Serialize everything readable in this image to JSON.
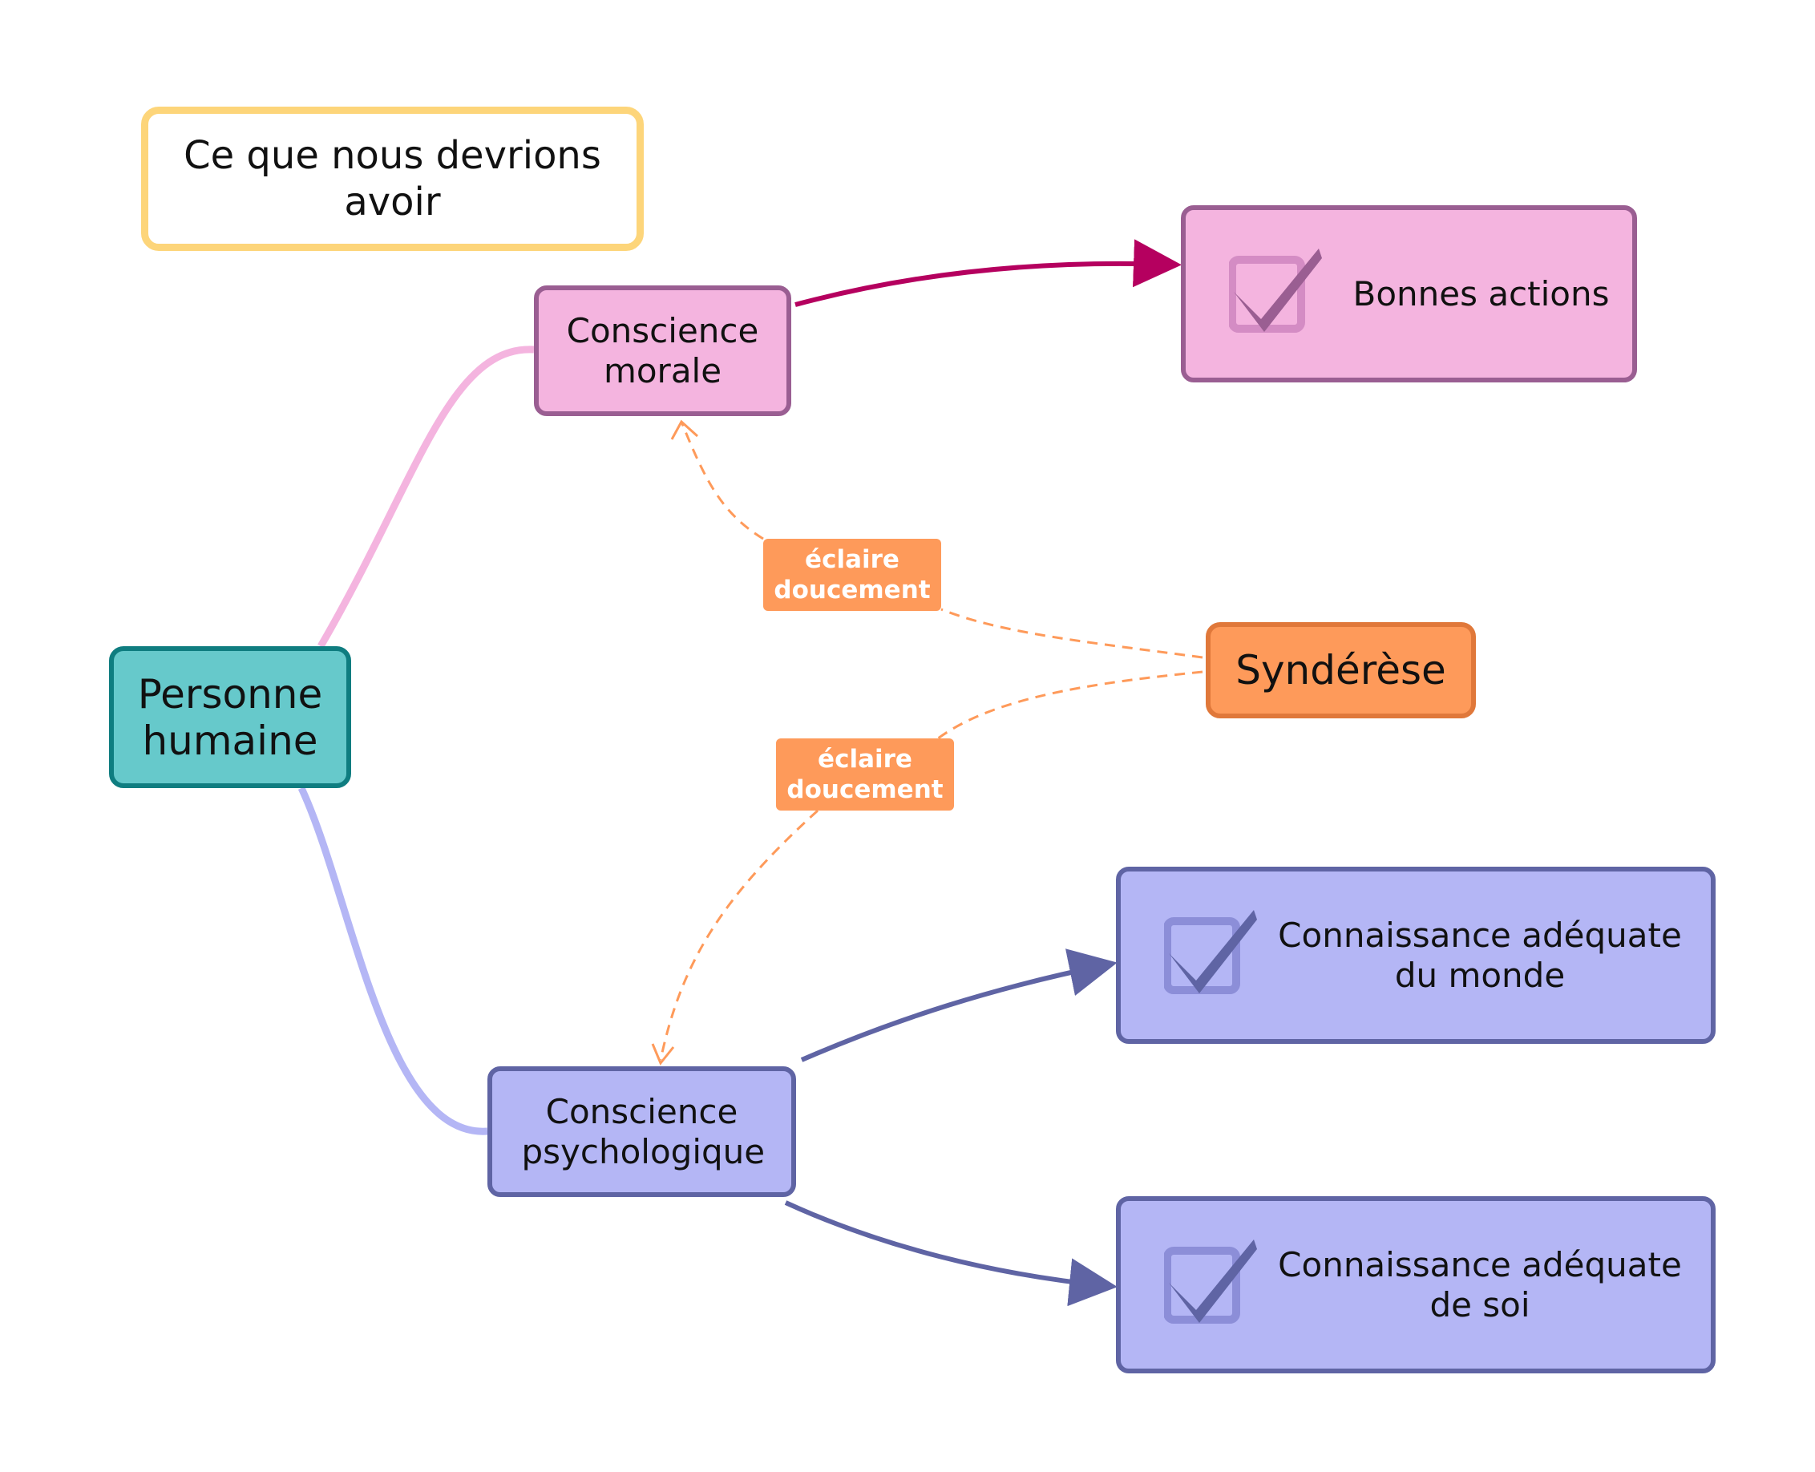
{
  "title": "Ce que nous devrions avoir",
  "nodes": {
    "personne": "Personne humaine",
    "conscience_morale": "Conscience morale",
    "conscience_psychologique": "Conscience psychologique",
    "synderese": "Syndérèse",
    "bonnes_actions": "Bonnes actions",
    "connaissance_monde": "Connaissance adéquate du monde",
    "connaissance_soi": "Connaissance adéquate de soi"
  },
  "edge_labels": {
    "top": "éclaire doucement",
    "bottom": "éclaire doucement"
  },
  "icons": {
    "result_icon": "checkbox-checked-icon"
  },
  "colors": {
    "teal": "#66c9cb",
    "pink": "#f4b4df",
    "pink_border": "#9a5e92",
    "magenta_arrow": "#b5005f",
    "lavender": "#b4b6f5",
    "lavender_border": "#5f64a4",
    "orange": "#fe9a5a",
    "title_border": "#fdd57a"
  }
}
